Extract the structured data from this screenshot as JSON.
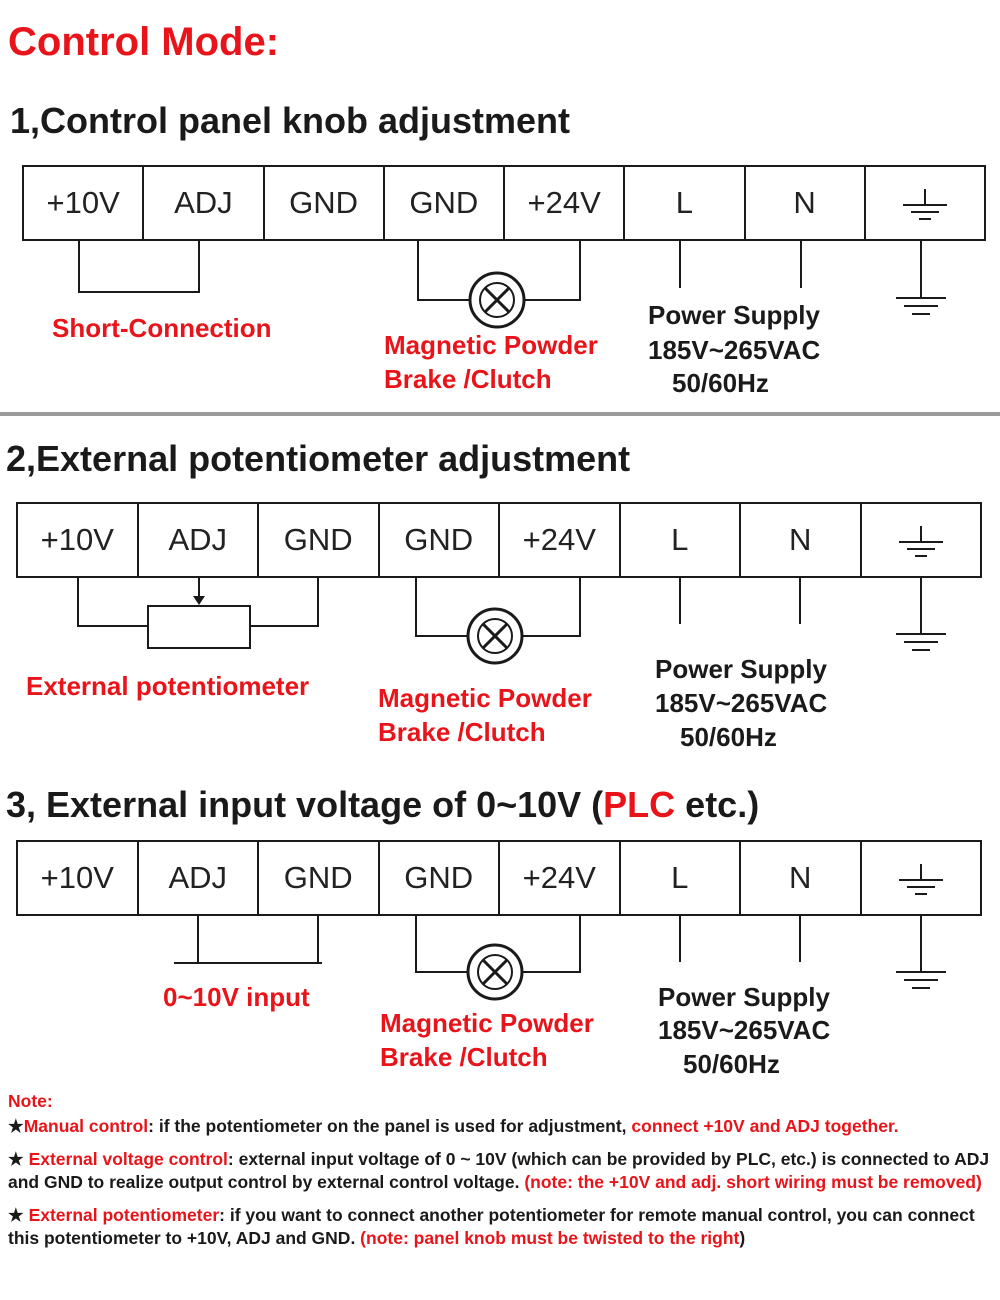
{
  "title": "Control Mode:",
  "terminals": [
    "+10V",
    "ADJ",
    "GND",
    "GND",
    "+24V",
    "L",
    "N"
  ],
  "ground_icon": "ground-symbol-icon",
  "load_icon": "lamp-cross-circle-icon",
  "load_label": {
    "line1": "Magnetic Powder",
    "line2": "Brake /Clutch"
  },
  "power_supply": {
    "line1": "Power Supply",
    "line2": "185V~265VAC",
    "line3": "50/60Hz"
  },
  "sections": [
    {
      "title": "1,Control panel knob adjustment",
      "connection_label": "Short-Connection"
    },
    {
      "title": "2,External potentiometer adjustment",
      "connection_label": "External potentiometer"
    },
    {
      "title_prefix": "3, External input voltage of 0~10V (",
      "title_highlight": "PLC",
      "title_suffix": " etc.)",
      "connection_label": "0~10V input"
    }
  ],
  "colors": {
    "accent_red": "#e8141a",
    "text": "#1a1a1a",
    "divider": "#9a9a9a"
  },
  "notes": {
    "heading": "Note:",
    "manual": {
      "star": "★",
      "label": "Manual control",
      "text": ": if the potentiometer on the panel is used for adjustment, ",
      "highlight": "connect +10V and ADJ together."
    },
    "external_voltage": {
      "star": "★ ",
      "label": "External voltage control",
      "text": ": external input voltage of 0 ~ 10V (which can be provided by PLC, etc.) is connected to ADJ and GND to realize output control by external control voltage. ",
      "highlight": "(note: the +10V and adj. short wiring must be removed)"
    },
    "external_pot": {
      "star": "★ ",
      "label": "External potentiometer",
      "text": ": if you want to connect another potentiometer for remote manual control, you can connect this potentiometer to +10V, ADJ and GND. ",
      "highlight": "(note: panel knob must be twisted to the right",
      "tail": ")"
    }
  }
}
